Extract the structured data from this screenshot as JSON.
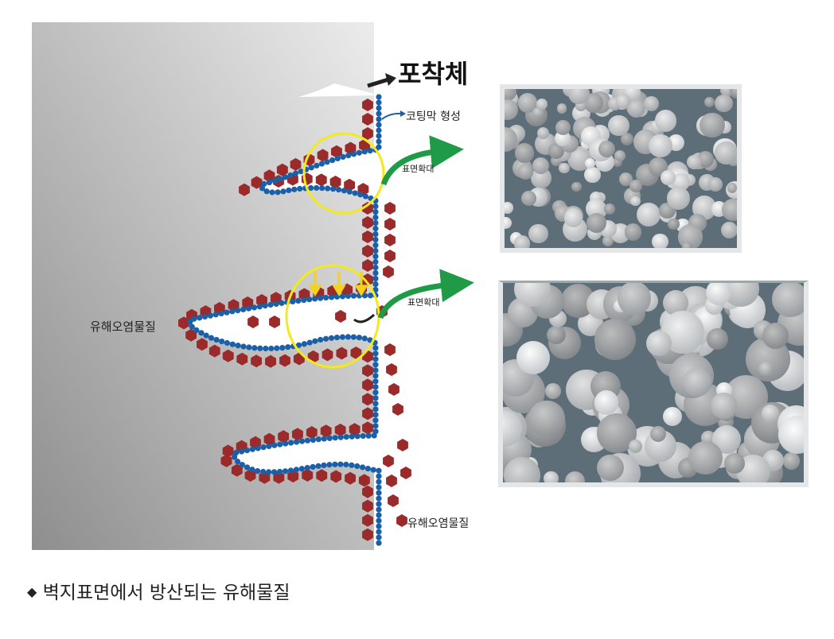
{
  "diagram": {
    "title": "포착체",
    "coating_label": "코팅막 형성",
    "surface_expand_label_1": "표면확대",
    "surface_expand_label_2": "표면확대",
    "pollutant_label_left": "유해오염물질",
    "pollutant_label_right": "유해오염물질",
    "caption_bullet": "◆",
    "caption": "벽지표면에서 방산되는 유해물질",
    "colors": {
      "coating": "#1a5fa8",
      "pollutant": "#9b2a2a",
      "highlight": "#f2ea1c",
      "arrow": "#1f9a46"
    }
  }
}
